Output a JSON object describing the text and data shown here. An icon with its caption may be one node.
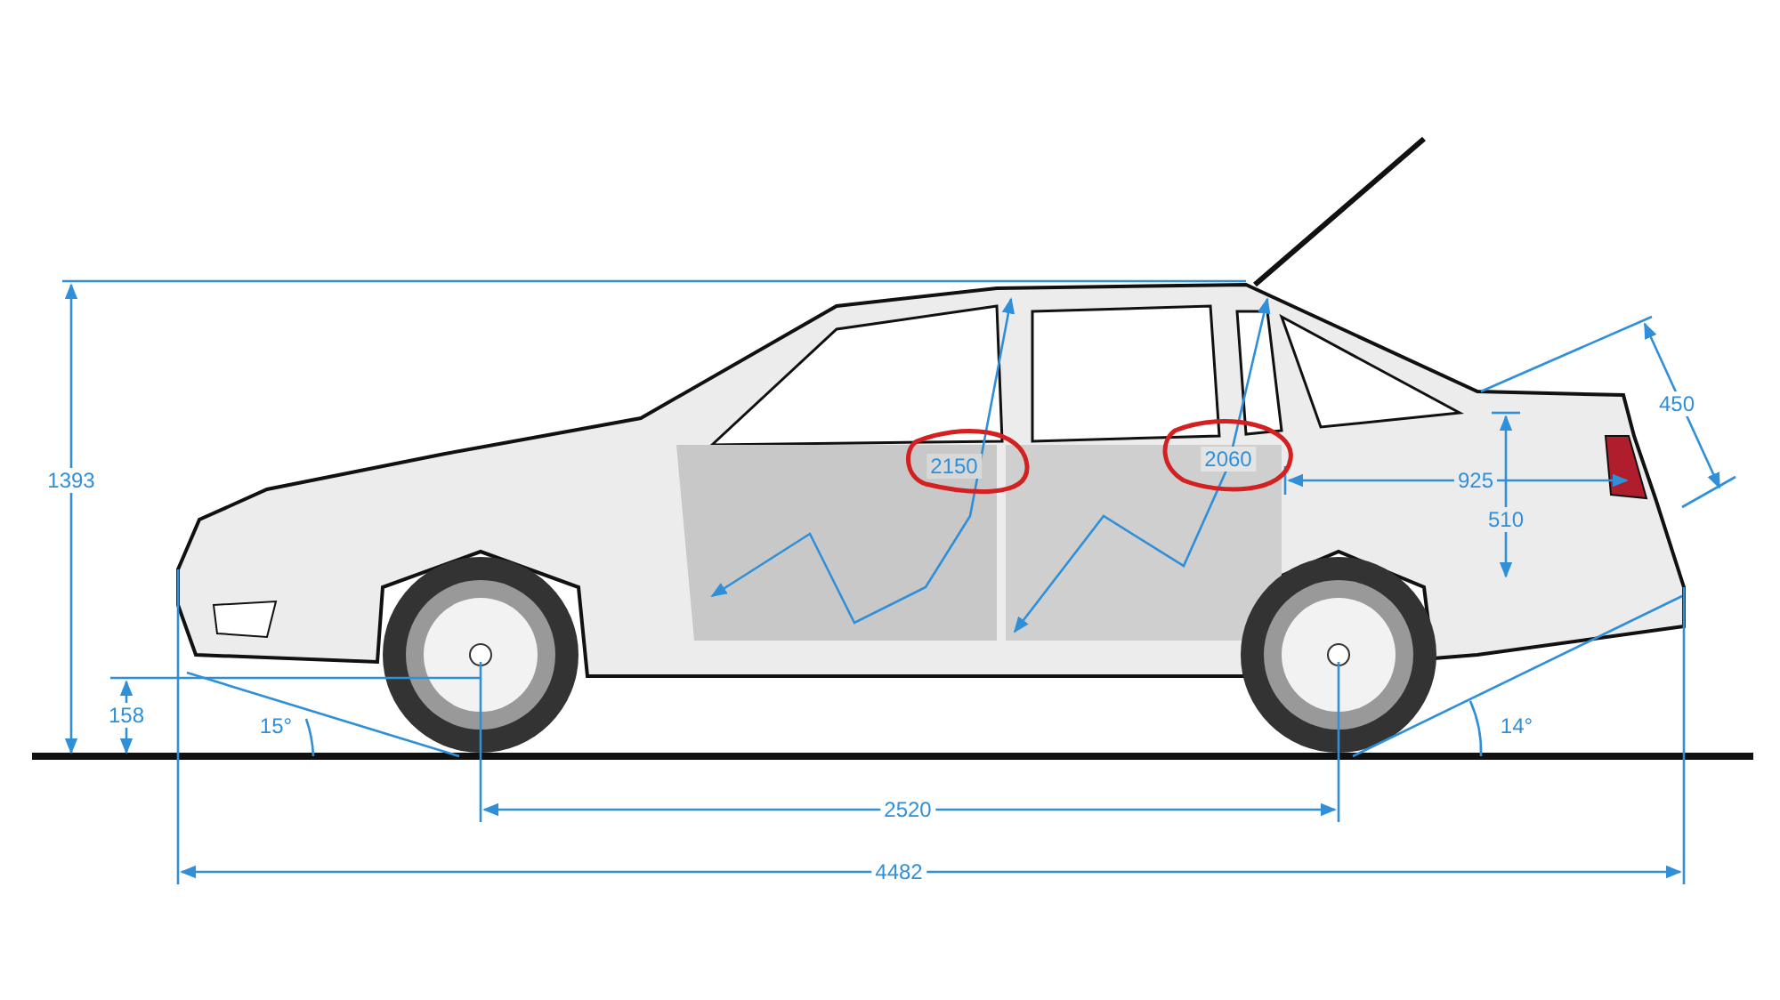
{
  "diagram": {
    "labels": [
      "450",
      "2150",
      "2060",
      "1393",
      "925",
      "510",
      "158",
      "15°",
      "14°",
      "2520",
      "4482"
    ]
  }
}
